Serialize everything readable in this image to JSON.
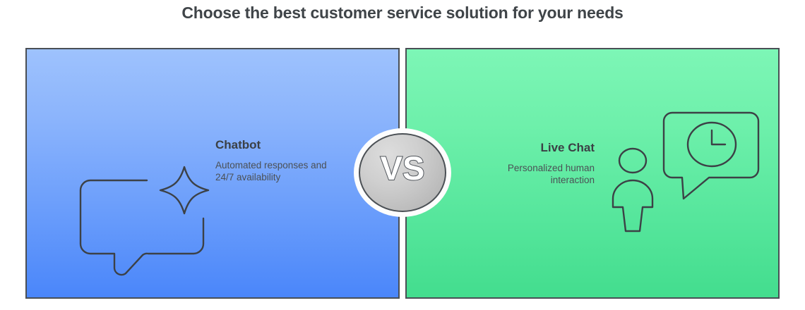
{
  "page": {
    "title": "Choose the best customer service solution for your needs",
    "background_color": "#ffffff"
  },
  "comparison": {
    "divider_label": "VS",
    "left": {
      "heading": "Chatbot",
      "description": "Automated responses and 24/7 availability",
      "panel_gradient_top": "#9ec2fd",
      "panel_gradient_bottom": "#4a86fa",
      "border_color": "#4a4f55",
      "icons": [
        "speech-bubble-icon",
        "sparkle-icon"
      ]
    },
    "right": {
      "heading": "Live Chat",
      "description": "Personalized human interaction",
      "panel_gradient_top": "#7df6b6",
      "panel_gradient_bottom": "#43dd8e",
      "border_color": "#4a4f55",
      "icons": [
        "person-icon",
        "clock-speech-bubble-icon"
      ]
    }
  },
  "colors": {
    "title_text": "#3f4448",
    "heading_text": "#3b4045",
    "body_text": "#4b5055",
    "icon_stroke": "#3c4146",
    "badge_fill": "#cfcfcf",
    "badge_ring": "#fdfdfd",
    "badge_text": "#ffffff"
  }
}
